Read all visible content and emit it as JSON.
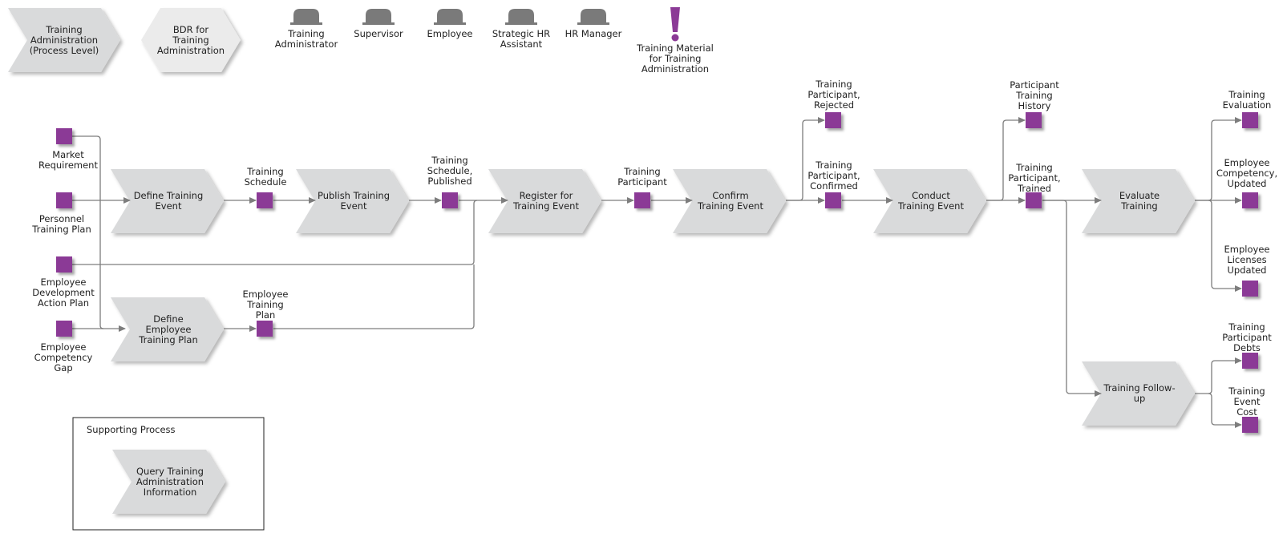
{
  "legend": {
    "process_level": [
      "Training",
      "Administration",
      "(Process Level)"
    ],
    "bdr": [
      "BDR for",
      "Training",
      "Administration"
    ],
    "roles": [
      {
        "name": [
          "Training",
          "Administrator"
        ]
      },
      {
        "name": [
          "Supervisor"
        ]
      },
      {
        "name": [
          "Employee"
        ]
      },
      {
        "name": [
          "Strategic HR",
          "Assistant"
        ]
      },
      {
        "name": [
          "HR Manager"
        ]
      }
    ],
    "material": [
      "Training Material",
      "for Training",
      "Administration"
    ]
  },
  "functions": {
    "define_event": [
      "Define Training",
      "Event"
    ],
    "publish": [
      "Publish Training",
      "Event"
    ],
    "register": [
      "Register for",
      "Training Event"
    ],
    "confirm": [
      "Confirm",
      "Training Event"
    ],
    "conduct": [
      "Conduct",
      "Training Event"
    ],
    "evaluate": [
      "Evaluate",
      "Training"
    ],
    "define_plan": [
      "Define",
      "Employee",
      "Training Plan"
    ],
    "followup": [
      "Training Follow-",
      "up"
    ],
    "query": [
      "Query Training",
      "Administration",
      "Information"
    ]
  },
  "objects": {
    "market_req": [
      "Market",
      "Requirement"
    ],
    "personnel_plan": [
      "Personnel",
      "Training Plan"
    ],
    "dev_plan": [
      "Employee",
      "Development",
      "Action Plan"
    ],
    "competency_gap": [
      "Employee",
      "Competency",
      "Gap"
    ],
    "schedule": [
      "Training",
      "Schedule"
    ],
    "schedule_published": [
      "Training",
      "Schedule,",
      "Published"
    ],
    "emp_plan": [
      "Employee",
      "Training",
      "Plan"
    ],
    "participant": [
      "Training",
      "Participant"
    ],
    "rejected": [
      "Training",
      "Participant,",
      "Rejected"
    ],
    "confirmed": [
      "Training",
      "Participant,",
      "Confirmed"
    ],
    "history": [
      "Participant",
      "Training",
      "History"
    ],
    "trained": [
      "Training",
      "Participant,",
      "Trained"
    ],
    "evaluation": [
      "Training",
      "Evaluation"
    ],
    "competency_updated": [
      "Employee",
      "Competency,",
      "Updated"
    ],
    "licenses_updated": [
      "Employee",
      "Licenses",
      "Updated"
    ],
    "debts": [
      "Training",
      "Participant",
      "Debts"
    ],
    "event_cost": [
      "Training",
      "Event",
      "Cost"
    ]
  },
  "supporting": {
    "title": "Supporting Process"
  },
  "colors": {
    "chevron": "#d9dadb",
    "chevron_light": "#e8e8e8",
    "object": "#8b3a96",
    "role": "#7a7a7a",
    "material": "#8b3a96",
    "connector": "#7d7d7d"
  }
}
